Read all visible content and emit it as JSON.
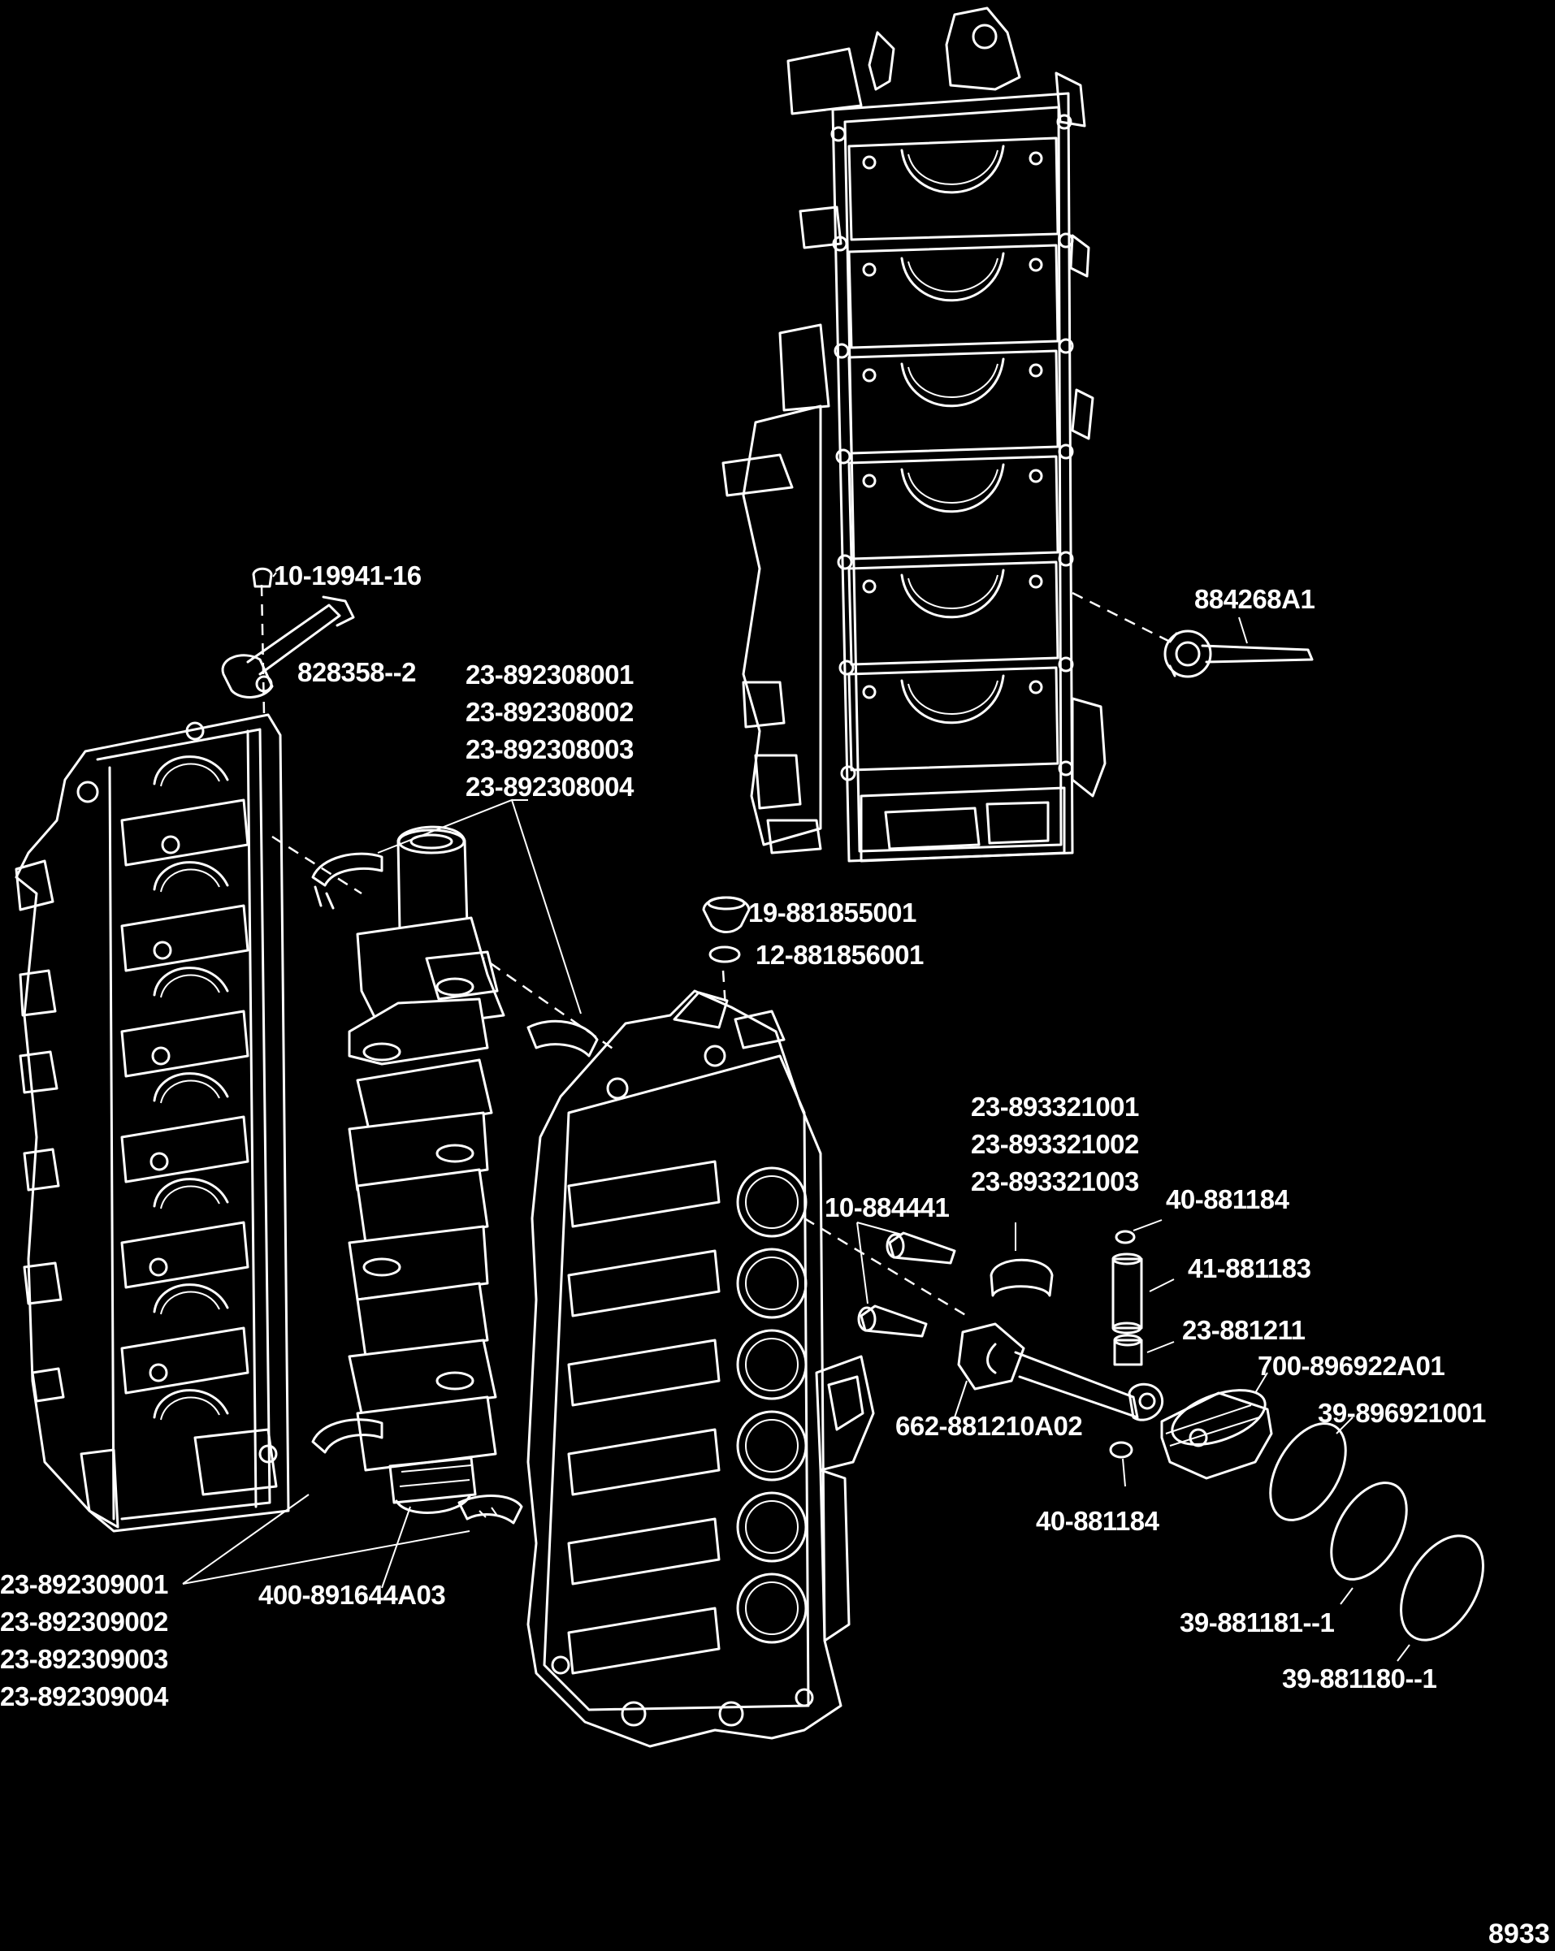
{
  "diagram": {
    "labels": {
      "block_top_hose": "884268A1",
      "screw": "10-19941-16",
      "sensor": "828358--2",
      "upper_bearing_1": "23-892308001",
      "upper_bearing_2": "23-892308002",
      "upper_bearing_3": "23-892308003",
      "upper_bearing_4": "23-892308004",
      "plug": "19-881855001",
      "o_ring": "12-881856001",
      "rod_bearing_1": "23-893321001",
      "rod_bearing_2": "23-893321002",
      "rod_bearing_3": "23-893321003",
      "rod_bolts": "10-884441",
      "retainer_top": "40-881184",
      "piston_pin": "41-881183",
      "pin_bearing": "23-881211",
      "piston": "700-896922A01",
      "ring_top": "39-896921001",
      "connecting_rod": "662-881210A02",
      "retainer_bottom": "40-881184",
      "ring_mid": "39-881181--1",
      "ring_oil": "39-881180--1",
      "lower_bearing_1": "23-892309001",
      "lower_bearing_2": "23-892309002",
      "lower_bearing_3": "23-892309003",
      "lower_bearing_4": "23-892309004",
      "crankshaft": "400-891644A03"
    },
    "figure_number": "8933"
  }
}
